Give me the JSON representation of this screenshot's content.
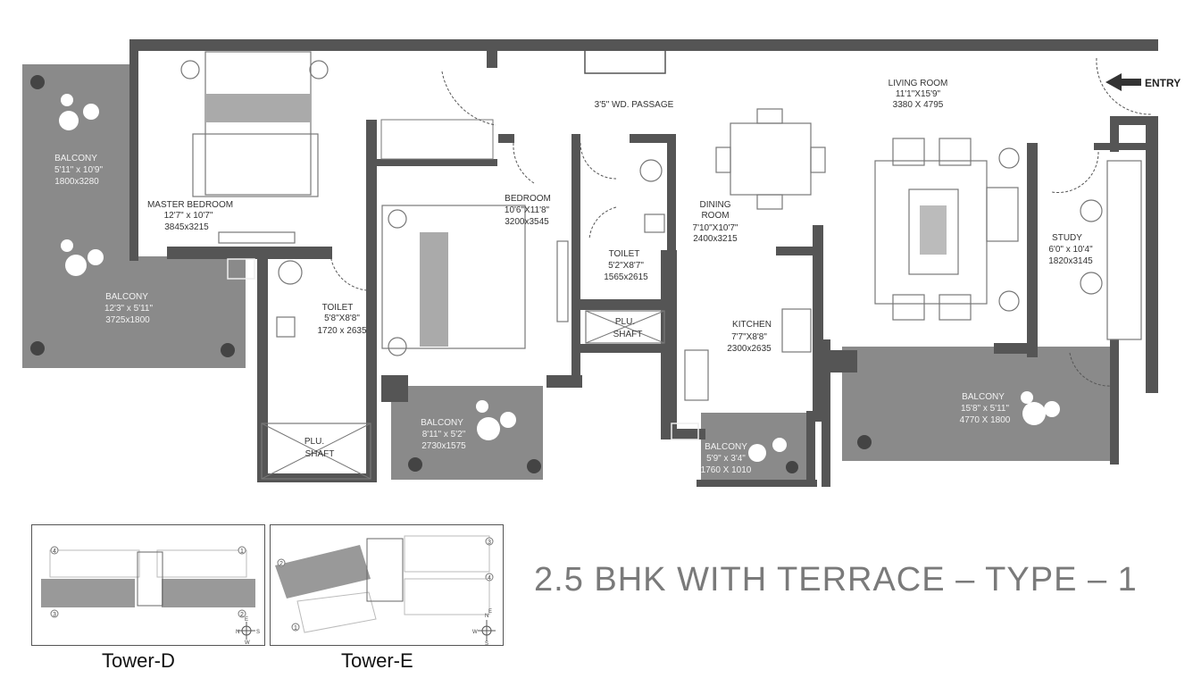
{
  "title": "2.5 BHK WITH TERRACE – TYPE – 1",
  "entry_label": "ENTRY",
  "rooms": {
    "passage": {
      "name": "3'5\" WD. PASSAGE"
    },
    "living": {
      "name": "LIVING ROOM",
      "dim_ft": "11'1\"X15'9\"",
      "dim_mm": "3380 X 4795"
    },
    "master_bedroom": {
      "name": "MASTER BEDROOM",
      "dim_ft": "12'7\" x 10'7\"",
      "dim_mm": "3845x3215"
    },
    "bedroom": {
      "name": "BEDROOM",
      "dim_ft": "10'6\"X11'8\"",
      "dim_mm": "3200x3545"
    },
    "dining": {
      "name1": "DINING",
      "name2": "ROOM",
      "dim_ft": "7'10\"X10'7\"",
      "dim_mm": "2400x3215"
    },
    "study": {
      "name": "STUDY",
      "dim_ft": "6'0\" x 10'4\"",
      "dim_mm": "1820x3145"
    },
    "kitchen": {
      "name": "KITCHEN",
      "dim_ft": "7'7\"X8'8\"",
      "dim_mm": "2300x2635"
    },
    "toilet_1": {
      "name": "TOILET",
      "dim_ft": "5'2\"X8'7\"",
      "dim_mm": "1565x2615"
    },
    "toilet_2": {
      "name": "TOILET",
      "dim_ft": "5'8\"X8'8\"",
      "dim_mm": "1720 x 2635"
    },
    "plu_shaft_1": {
      "line1": "PLU.",
      "line2": "SHAFT"
    },
    "plu_shaft_2": {
      "line1": "PLU.",
      "line2": "SHAFT"
    },
    "balcony_1": {
      "name": "BALCONY",
      "dim_ft": "5'11\" x 10'9\"",
      "dim_mm": "1800x3280"
    },
    "balcony_2": {
      "name": "BALCONY",
      "dim_ft": "12'3\" x 5'11\"",
      "dim_mm": "3725x1800"
    },
    "balcony_3": {
      "name": "BALCONY",
      "dim_ft": "8'11\" x 5'2\"",
      "dim_mm": "2730x1575"
    },
    "balcony_4": {
      "name": "BALCONY",
      "dim_ft": "5'9\" x 3'4\"",
      "dim_mm": "1760 X 1010"
    },
    "balcony_5": {
      "name": "BALCONY",
      "dim_ft": "15'8\" x 5'11\"",
      "dim_mm": "4770 X 1800"
    }
  },
  "key_plans": [
    {
      "label": "Tower-D",
      "unit_numbers": [
        "4",
        "1",
        "3",
        "2"
      ],
      "compass": [
        "N",
        "E",
        "S",
        "W"
      ]
    },
    {
      "label": "Tower-E",
      "unit_numbers": [
        "2",
        "3",
        "4",
        "1"
      ],
      "compass": [
        "N",
        "E",
        "S",
        "W"
      ]
    }
  ],
  "colors": {
    "wall": "#555555",
    "balcony": "#8a8a8a",
    "title": "#7a7a7a"
  }
}
